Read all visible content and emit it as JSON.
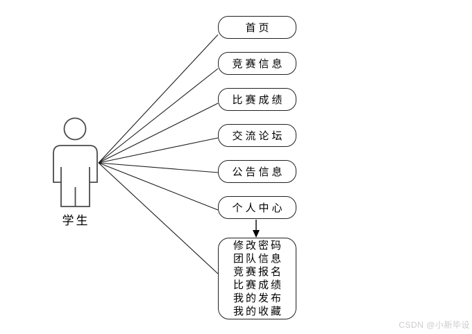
{
  "diagram": {
    "title_hint": "student use-case diagram",
    "actor": {
      "label": "学生"
    },
    "use_cases": [
      {
        "label": "首页"
      },
      {
        "label": "竞赛信息"
      },
      {
        "label": "比赛成绩"
      },
      {
        "label": "交流论坛"
      },
      {
        "label": "公告信息"
      },
      {
        "label": "个人中心"
      }
    ],
    "personal_center_menu": {
      "items": [
        {
          "label": "修改密码"
        },
        {
          "label": "团队信息"
        },
        {
          "label": "竞赛报名"
        },
        {
          "label": "比赛成绩"
        },
        {
          "label": "我的发布"
        },
        {
          "label": "我的收藏"
        }
      ]
    }
  },
  "watermark": {
    "text": "CSDN @小新毕设"
  },
  "colors": {
    "background": "#ffffff",
    "association_line": "#1a1a1a",
    "box_border": "#1f1f1f",
    "actor_stroke": "#4a4a4a",
    "text": "#000000",
    "watermark": "#cccccc"
  }
}
